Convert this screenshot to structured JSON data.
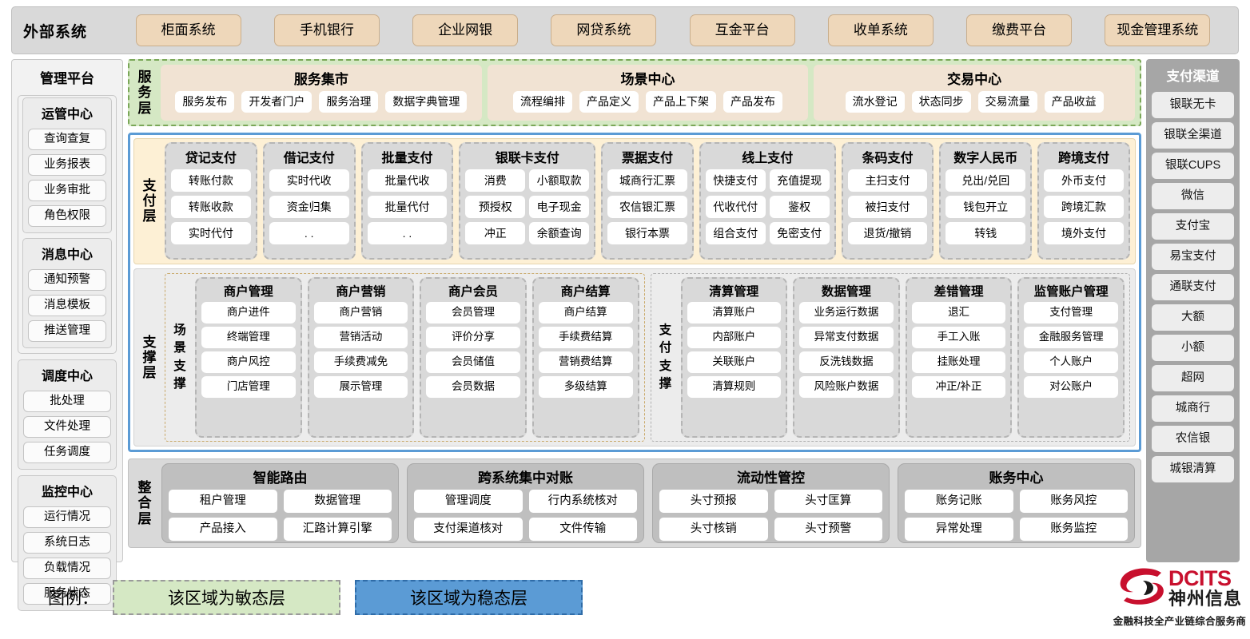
{
  "external": {
    "title": "外部系统",
    "systems": [
      "柜面系统",
      "手机银行",
      "企业网银",
      "网贷系统",
      "互金平台",
      "收单系统",
      "缴费平台",
      "现金管理系统"
    ]
  },
  "left_panel": {
    "title": "管理平台",
    "groups": [
      {
        "title": "运管中心",
        "items": [
          "查询查复",
          "业务报表",
          "业务审批",
          "角色权限"
        ]
      },
      {
        "title": "消息中心",
        "items": [
          "通知预警",
          "消息模板",
          "推送管理"
        ]
      },
      {
        "title": "调度中心",
        "items": [
          "批处理",
          "文件处理",
          "任务调度"
        ]
      },
      {
        "title": "监控中心",
        "items": [
          "运行情况",
          "系统日志",
          "负载情况",
          "服务状态"
        ]
      }
    ]
  },
  "right_panel": {
    "title": "支付渠道",
    "items": [
      "银联无卡",
      "银联全渠道",
      "银联CUPS",
      "微信",
      "支付宝",
      "易宝支付",
      "通联支付",
      "大额",
      "小额",
      "超网",
      "城商行",
      "农信银",
      "城银清算"
    ]
  },
  "service_layer": {
    "label": "服务层",
    "groups": [
      {
        "title": "服务集市",
        "items": [
          "服务发布",
          "开发者门户",
          "服务治理",
          "数据字典管理"
        ]
      },
      {
        "title": "场景中心",
        "items": [
          "流程编排",
          "产品定义",
          "产品上下架",
          "产品发布"
        ]
      },
      {
        "title": "交易中心",
        "items": [
          "流水登记",
          "状态同步",
          "交易流量",
          "产品收益"
        ]
      }
    ]
  },
  "payment_layer": {
    "label": "支付层",
    "groups": [
      {
        "title": "贷记支付",
        "cols": 1,
        "items": [
          "转账付款",
          "转账收款",
          "实时代付"
        ]
      },
      {
        "title": "借记支付",
        "cols": 1,
        "items": [
          "实时代收",
          "资金归集",
          ". ."
        ]
      },
      {
        "title": "批量支付",
        "cols": 1,
        "items": [
          "批量代收",
          "批量代付",
          ". ."
        ]
      },
      {
        "title": "银联卡支付",
        "cols": 2,
        "items": [
          "消费",
          "小额取款",
          "预授权",
          "电子现金",
          "冲正",
          "余额查询"
        ]
      },
      {
        "title": "票据支付",
        "cols": 1,
        "items": [
          "城商行汇票",
          "农信银汇票",
          "银行本票"
        ]
      },
      {
        "title": "线上支付",
        "cols": 2,
        "items": [
          "快捷支付",
          "充值提现",
          "代收代付",
          "鉴权",
          "组合支付",
          "免密支付"
        ]
      },
      {
        "title": "条码支付",
        "cols": 1,
        "items": [
          "主扫支付",
          "被扫支付",
          "退货/撤销"
        ]
      },
      {
        "title": "数字人民币",
        "cols": 1,
        "items": [
          "兑出/兑回",
          "钱包开立",
          "转钱"
        ]
      },
      {
        "title": "跨境支付",
        "cols": 1,
        "items": [
          "外币支付",
          "跨境汇款",
          "境外支付"
        ]
      }
    ]
  },
  "support_layer": {
    "label": "支撑层",
    "sections": [
      {
        "label": "场景支撑",
        "groups": [
          {
            "title": "商户管理",
            "items": [
              "商户进件",
              "终端管理",
              "商户风控",
              "门店管理"
            ]
          },
          {
            "title": "商户营销",
            "items": [
              "商户营销",
              "营销活动",
              "手续费减免",
              "展示管理"
            ]
          },
          {
            "title": "商户会员",
            "items": [
              "会员管理",
              "评价分享",
              "会员储值",
              "会员数据"
            ]
          },
          {
            "title": "商户结算",
            "items": [
              "商户结算",
              "手续费结算",
              "营销费结算",
              "多级结算"
            ]
          }
        ]
      },
      {
        "label": "支付支撑",
        "groups": [
          {
            "title": "清算管理",
            "items": [
              "清算账户",
              "内部账户",
              "关联账户",
              "清算规则"
            ]
          },
          {
            "title": "数据管理",
            "items": [
              "业务运行数据",
              "异常支付数据",
              "反洗钱数据",
              "风险账户数据"
            ]
          },
          {
            "title": "差错管理",
            "items": [
              "退汇",
              "手工入账",
              "挂账处理",
              "冲正/补正"
            ]
          },
          {
            "title": "监管账户管理",
            "items": [
              "支付管理",
              "金融服务管理",
              "个人账户",
              "对公账户"
            ]
          }
        ]
      }
    ]
  },
  "integration_layer": {
    "label": "整合层",
    "groups": [
      {
        "title": "智能路由",
        "items": [
          "租户管理",
          "数据管理",
          "产品接入",
          "汇路计算引擎"
        ]
      },
      {
        "title": "跨系统集中对账",
        "items": [
          "管理调度",
          "行内系统核对",
          "支付渠道核对",
          "文件传输"
        ]
      },
      {
        "title": "流动性管控",
        "items": [
          "头寸预报",
          "头寸匡算",
          "头寸核销",
          "头寸预警"
        ]
      },
      {
        "title": "账务中心",
        "items": [
          "账务记账",
          "账务风控",
          "异常处理",
          "账务监控"
        ]
      }
    ]
  },
  "legend": {
    "label": "图例：",
    "agile": "该区域为敏态层",
    "stable": "该区域为稳态层",
    "agile_color": "#d5e8c4",
    "stable_color": "#5b9bd5"
  },
  "logo": {
    "brand": "DCITS",
    "brand_cn": "神州信息",
    "tagline": "金融科技全产业链综合服务商",
    "brand_color": "#c8102e"
  }
}
